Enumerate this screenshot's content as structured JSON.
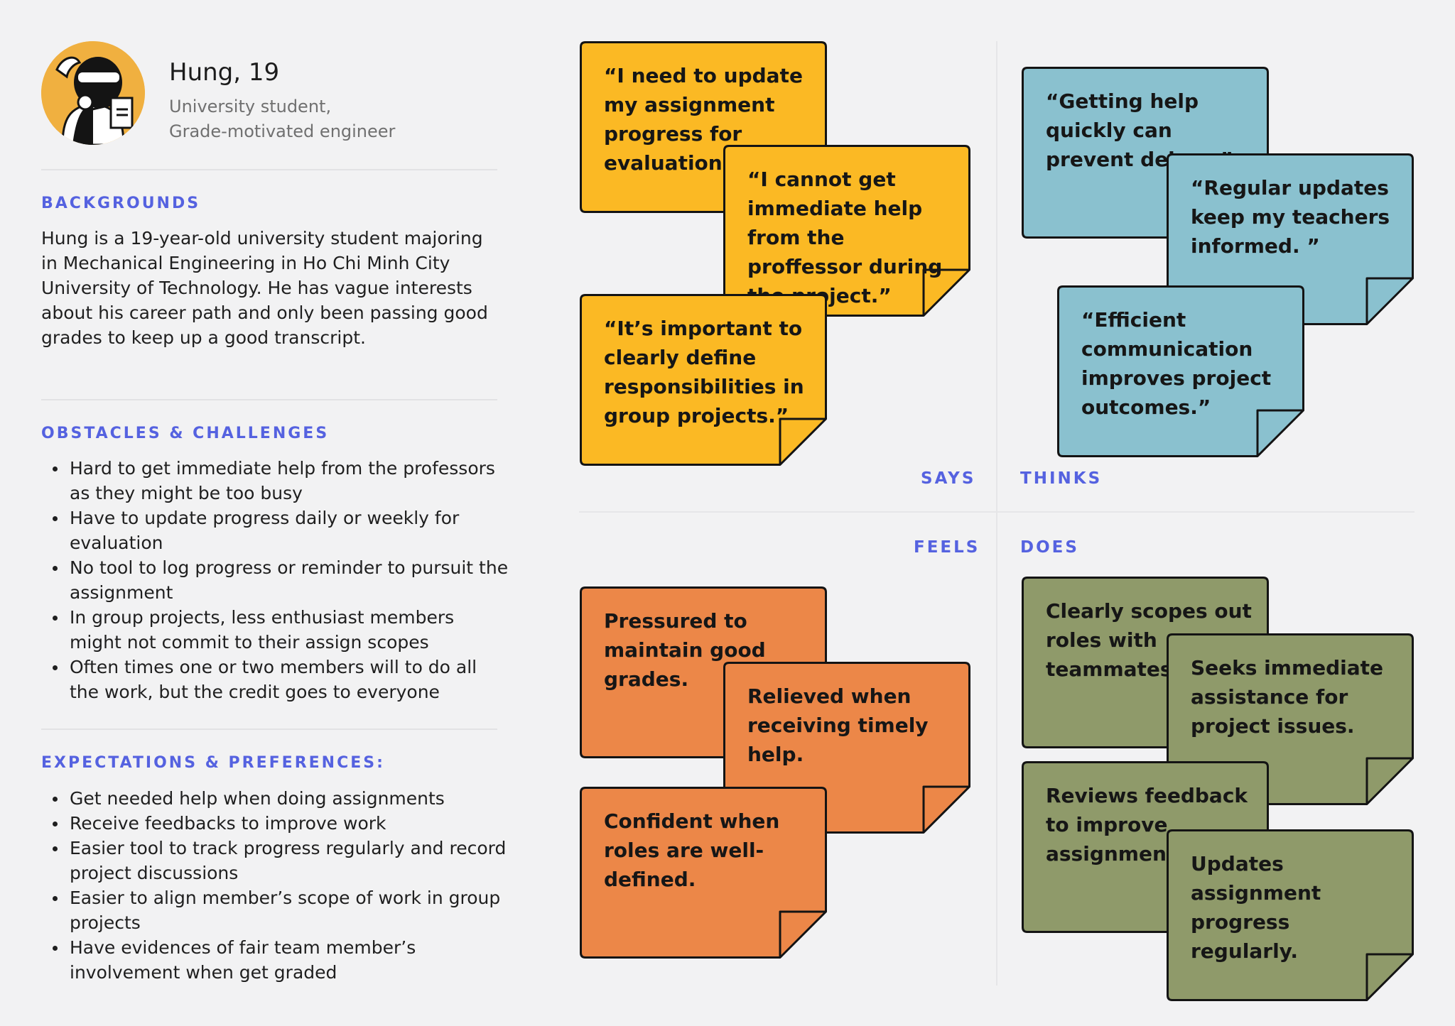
{
  "persona": {
    "name": "Hung, 19",
    "role_line1": "University student,",
    "role_line2": "Grade-motivated engineer",
    "avatar_icon": "masked-person-avatar-icon"
  },
  "backgrounds": {
    "title": "BACKGROUNDS",
    "text": "Hung is a 19-year-old university student majoring in Mechanical Engineering in Ho Chi Minh City University of Technology. He has vague interests about his career path and only been passing good grades to keep up a good transcript."
  },
  "obstacles": {
    "title": "OBSTACLES & CHALLENGES",
    "items": [
      "Hard to get immediate help from the professors as they might be too busy",
      "Have to update progress daily or weekly for evaluation",
      "No tool to log progress or reminder to pursuit the assignment",
      "In group projects, less enthusiast members might not commit to their assign scopes",
      "Often times one or two members will to do all the work, but the credit goes to everyone"
    ]
  },
  "expectations": {
    "title": "EXPECTATIONS & PREFERENCES:",
    "items": [
      "Get needed help when doing assignments",
      "Receive feedbacks to improve work",
      "Easier tool to track progress regularly and record project discussions",
      "Easier to align member’s scope of work in group projects",
      "Have evidences of fair team member’s involvement when get graded"
    ]
  },
  "colors": {
    "accent": "#5562e0",
    "says": "#fbb924",
    "thinks": "#8ac1cf",
    "feels": "#ec8748",
    "does": "#8f9a6a",
    "outline": "#141414"
  },
  "quadrants": {
    "says": {
      "label": "SAYS",
      "notes": [
        "“I need to update my assignment progress for evaluation.”",
        "“I cannot get immediate help from the proffessor during the project.”",
        "“It’s important to clearly define responsibilities in group projects.”"
      ]
    },
    "thinks": {
      "label": "THINKS",
      "notes": [
        "“Getting help quickly can prevent delays.”",
        "“Regular updates keep my teachers informed. ”",
        "“Efficient communication improves project outcomes.”"
      ]
    },
    "feels": {
      "label": "FEELS",
      "notes": [
        "Pressured to maintain good grades.",
        "Relieved when receiving timely help.",
        "Confident when roles are well-defined."
      ]
    },
    "does": {
      "label": "DOES",
      "notes": [
        "Clearly scopes out roles with teammates.",
        "Seeks immediate assistance for project issues.",
        "Reviews feedback to improve assignments.",
        "Updates assignment progress regularly."
      ]
    }
  }
}
